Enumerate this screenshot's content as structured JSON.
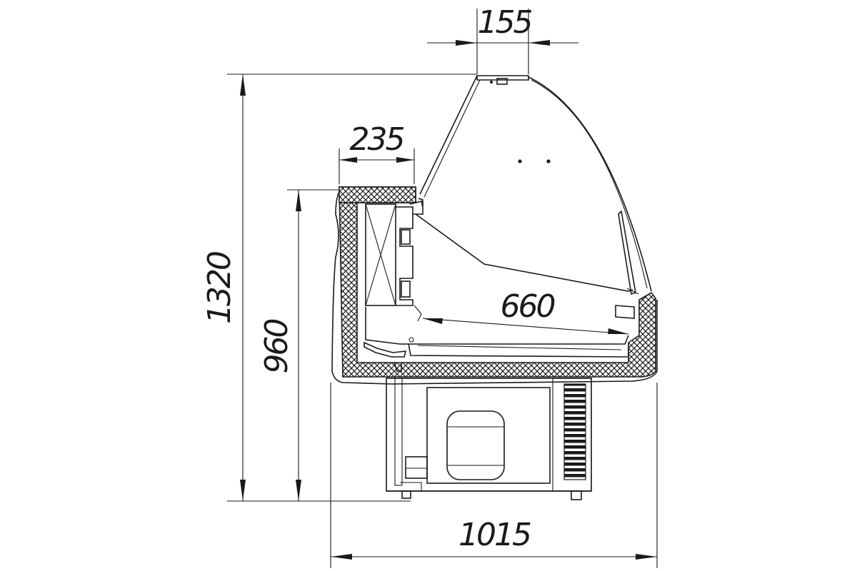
{
  "drawing": {
    "colors": {
      "line": "#1a1a1a",
      "background": "#ffffff"
    },
    "dimensions": {
      "total_height": "1320",
      "counter_height": "960",
      "top_width": "155",
      "shelf_width": "235",
      "display_depth": "660",
      "total_depth": "1015"
    }
  }
}
